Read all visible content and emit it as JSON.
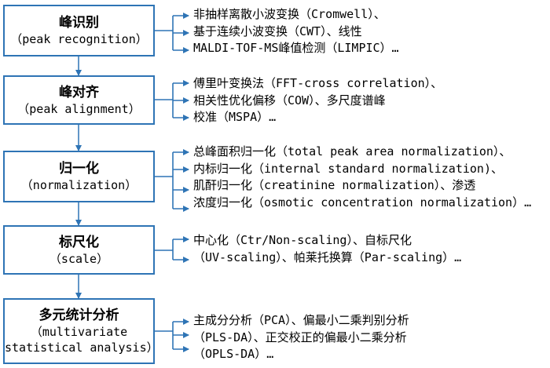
{
  "steps": [
    {
      "title_zh": "峰识别",
      "title_en": [
        "（peak recognition）"
      ],
      "desc": [
        "非抽样离散小波变换（Cromwell）、",
        "基于连续小波变换（CWT）、线性",
        "MALDI-TOF-MS峰值检测（LIMPIC）…"
      ]
    },
    {
      "title_zh": "峰对齐",
      "title_en": [
        "（peak alignment）"
      ],
      "desc": [
        "傅里叶变换法（FFT-cross correlation）、",
        "相关性优化偏移（COW）、多尺度谱峰",
        "校准（MSPA）…"
      ]
    },
    {
      "title_zh": "归一化",
      "title_en": [
        "（normalization）"
      ],
      "desc": [
        "总峰面积归一化（total peak area normalization）、",
        "内标归一化（internal standard normalization)、",
        "肌酐归一化（creatinine normalization）、渗透",
        "浓度归一化（osmotic concentration normalization）…"
      ]
    },
    {
      "title_zh": "标尺化",
      "title_en": [
        "（scale）"
      ],
      "desc": [
        "中心化（Ctr/Non-scaling）、自标尺化",
        "（UV-scaling）、帕莱托换算（Par-scaling）…"
      ]
    },
    {
      "title_zh": "多元统计分析",
      "title_en": [
        "（multivariate",
        "statistical analysis）"
      ],
      "desc": [
        "主成分分析（PCA）、偏最小二乘判别分析",
        "（PLS-DA）、正交校正的偏最小二乘分析",
        "（OPLS-DA）…"
      ]
    }
  ],
  "colors": {
    "border": "#2e74b5",
    "arrow": "#2e74b5"
  }
}
